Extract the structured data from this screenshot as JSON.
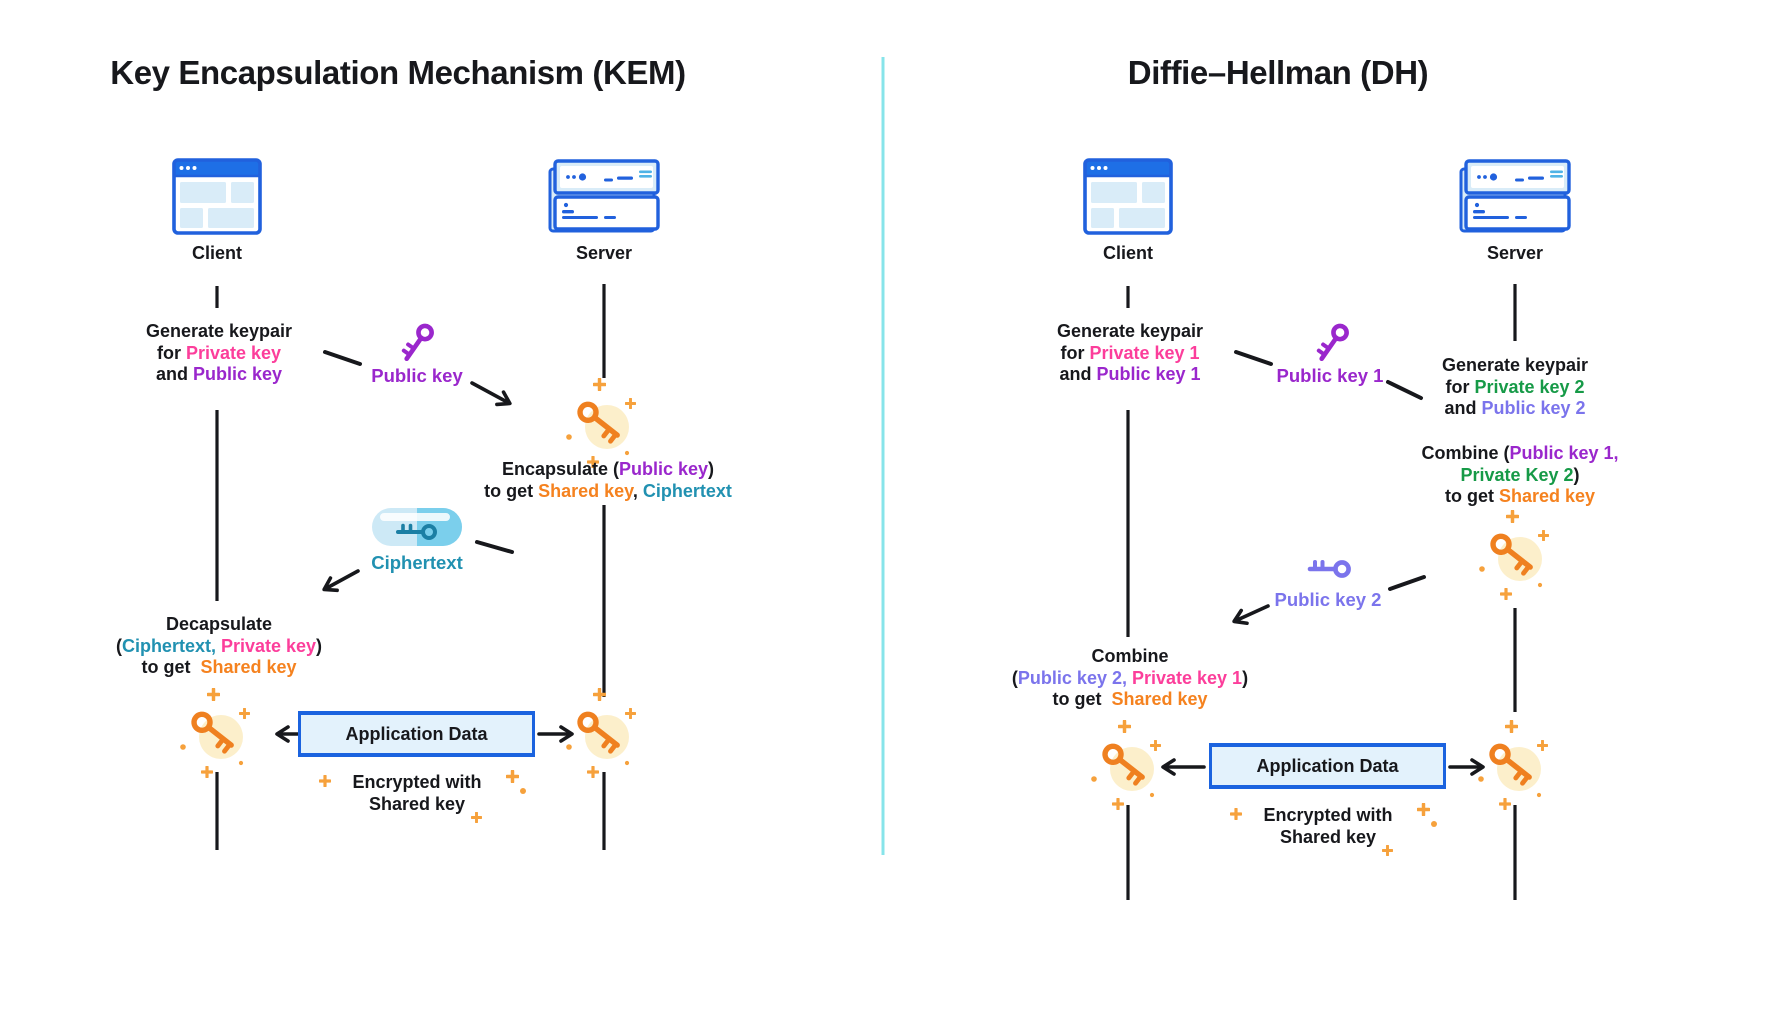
{
  "colors": {
    "ink": "#17181c",
    "pink": "#fc3e9b",
    "purple": "#9a27cc",
    "orange": "#f5821f",
    "sparkle": "#f6a13c",
    "teal": "#2191b1",
    "green": "#169a47",
    "periwinkle": "#7b74ec",
    "blue": "#2161dd",
    "blue_bright": "#1e6fe6",
    "blue_light": "#d9ecf8",
    "box_fill": "#e3f2fc",
    "box_border": "#1b63df",
    "capsule_light": "#cde9f6",
    "capsule_dark": "#7bcfec",
    "capsule_key": "#1b7fa4",
    "cream": "#fcefcb",
    "key_orange": "#ef8020",
    "divider": "#87e4ea"
  },
  "kem": {
    "title": "Key Encapsulation Mechanism (KEM)",
    "client": "Client",
    "server": "Server",
    "gen": {
      "l1": "Generate keypair",
      "for": "for ",
      "private": "Private key",
      "and": "and ",
      "public": "Public key"
    },
    "public_key_label": "Public key",
    "encap": {
      "a": "Encapsulate (",
      "b": "Public key",
      "c": ")",
      "d": "to get ",
      "e": "Shared key",
      "f": ", ",
      "g": "Ciphertext"
    },
    "ciphertext_label": "Ciphertext",
    "decap": {
      "l1": "Decapsulate",
      "a": "(",
      "b": "Ciphertext, ",
      "d": "Private key",
      "e": ")",
      "f": "to get ",
      "g": "Shared key"
    },
    "app_data": "Application Data",
    "encrypted": {
      "l1": "Encrypted with",
      "l2": "Shared key"
    }
  },
  "dh": {
    "title": "Diffie–Hellman (DH)",
    "client": "Client",
    "server": "Server",
    "gen1": {
      "l1": "Generate keypair",
      "for": "for ",
      "private": "Private key 1",
      "and": "and ",
      "public": "Public key 1"
    },
    "public_key1_label": "Public key 1",
    "gen2": {
      "l1": "Generate keypair",
      "for": "for ",
      "private": "Private key 2",
      "and": "and ",
      "public": "Public key 2"
    },
    "combine_server": {
      "a": "Combine (",
      "b": "Public key 1,",
      "c": "Private Key 2",
      "d": ")",
      "e": "to get ",
      "f": "Shared key"
    },
    "public_key2_label": "Public key 2",
    "combine_client": {
      "l1": "Combine",
      "a": "(",
      "b": "Public key 2, ",
      "d": "Private key 1",
      "e": ")",
      "f": "to get ",
      "g": "Shared key"
    },
    "app_data": "Application Data",
    "encrypted": {
      "l1": "Encrypted with",
      "l2": "Shared key"
    }
  }
}
